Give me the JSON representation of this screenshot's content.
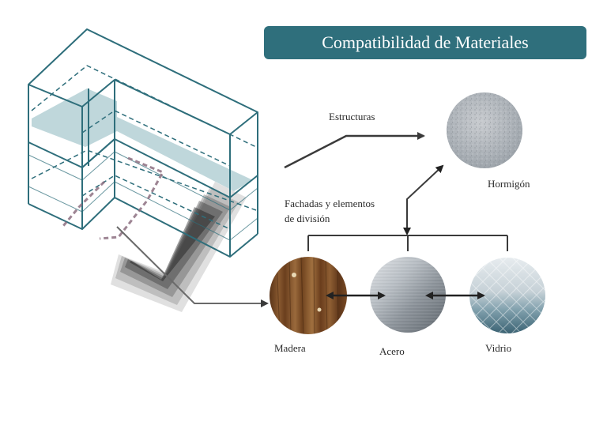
{
  "title": "Compatibilidad de Materiales",
  "labels": {
    "estructuras": "Estructuras",
    "fachadas_line1": "Fachadas y elementos",
    "fachadas_line2": "de división",
    "hormigon": "Hormigón",
    "madera": "Madera",
    "acero": "Acero",
    "vidrio": "Vidrio"
  },
  "colors": {
    "title_bg": "#2f6f7c",
    "building_stroke": "#2e6e7b",
    "floor_fill": "#a9c9cf",
    "dashed_path": "#8c6e80",
    "arrow": "#3a3a3a"
  }
}
